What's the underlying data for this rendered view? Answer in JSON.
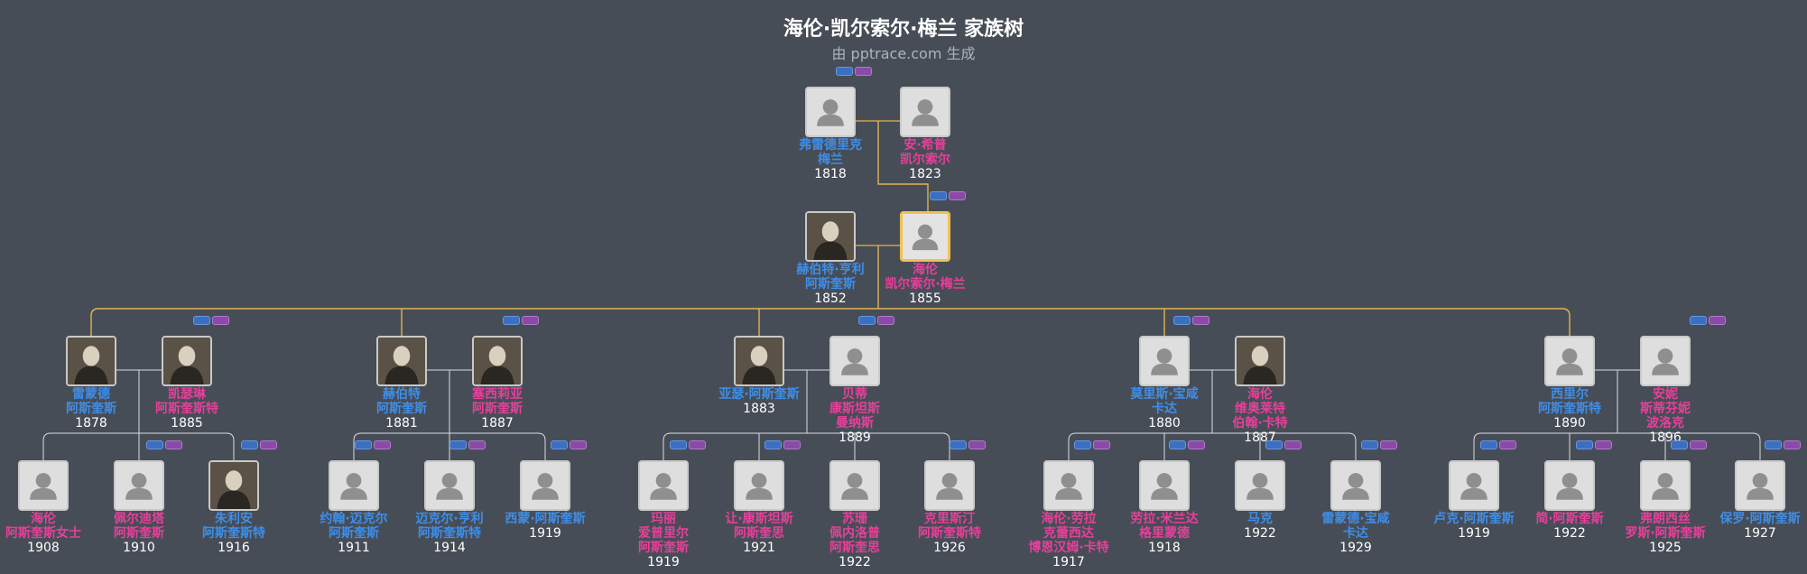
{
  "title": "海伦·凯尔索尔·梅兰 家族树",
  "subtitle": "由 pptrace.com 生成",
  "colors": {
    "background": "#474d57",
    "male": "#3e8ee8",
    "female": "#e6409a",
    "focus_border": "#f2c14e",
    "ancestor_line": "#e1b54c",
    "descendant_line": "#d8dbe0"
  },
  "people": [
    {
      "id": "p1",
      "sex": "m",
      "lines": [
        "弗雷德里克",
        "梅兰"
      ],
      "year": "1818",
      "photo": false
    },
    {
      "id": "p2",
      "sex": "f",
      "lines": [
        "安·希普",
        "凯尔索尔"
      ],
      "year": "1823",
      "photo": false
    },
    {
      "id": "p3",
      "sex": "m",
      "lines": [
        "赫伯特·亨利",
        "阿斯奎斯"
      ],
      "year": "1852",
      "photo": true
    },
    {
      "id": "p4",
      "sex": "f",
      "lines": [
        "海伦",
        "凯尔索尔·梅兰"
      ],
      "year": "1855",
      "photo": false,
      "focus": true
    },
    {
      "id": "c1",
      "sex": "m",
      "lines": [
        "雷蒙德",
        "阿斯奎斯"
      ],
      "year": "1878",
      "photo": true
    },
    {
      "id": "s1",
      "sex": "f",
      "lines": [
        "凯瑟琳",
        "阿斯奎斯特"
      ],
      "year": "1885",
      "photo": true
    },
    {
      "id": "c2",
      "sex": "m",
      "lines": [
        "赫伯特",
        "阿斯奎斯"
      ],
      "year": "1881",
      "photo": true
    },
    {
      "id": "s2",
      "sex": "f",
      "lines": [
        "塞西莉亚",
        "阿斯奎斯"
      ],
      "year": "1887",
      "photo": true
    },
    {
      "id": "c3",
      "sex": "m",
      "lines": [
        "亚瑟·阿斯奎斯"
      ],
      "year": "1883",
      "photo": true
    },
    {
      "id": "s3",
      "sex": "f",
      "lines": [
        "贝蒂",
        "康斯坦斯",
        "曼纳斯"
      ],
      "year": "1889",
      "photo": false
    },
    {
      "id": "c4",
      "sex": "m",
      "lines": [
        "莫里斯·宝咸",
        "卡达"
      ],
      "year": "1880",
      "photo": false
    },
    {
      "id": "s4",
      "sex": "f",
      "lines": [
        "海伦",
        "维奥莱特",
        "伯翰·卡特"
      ],
      "year": "1887",
      "photo": true
    },
    {
      "id": "c5",
      "sex": "m",
      "lines": [
        "西里尔",
        "阿斯奎斯特"
      ],
      "year": "1890",
      "photo": false
    },
    {
      "id": "s5",
      "sex": "f",
      "lines": [
        "安妮",
        "斯蒂芬妮",
        "波洛克"
      ],
      "year": "1896",
      "photo": false
    },
    {
      "id": "g1",
      "sex": "f",
      "lines": [
        "海伦",
        "阿斯奎斯女士"
      ],
      "year": "1908",
      "photo": false
    },
    {
      "id": "g2",
      "sex": "f",
      "lines": [
        "佩尔迪塔",
        "阿斯奎斯"
      ],
      "year": "1910",
      "photo": false
    },
    {
      "id": "g3",
      "sex": "m",
      "lines": [
        "朱利安",
        "阿斯奎斯特"
      ],
      "year": "1916",
      "photo": true
    },
    {
      "id": "g4",
      "sex": "m",
      "lines": [
        "约翰·迈克尔",
        "阿斯奎斯"
      ],
      "year": "1911",
      "photo": false
    },
    {
      "id": "g5",
      "sex": "m",
      "lines": [
        "迈克尔·亨利",
        "阿斯奎斯特"
      ],
      "year": "1914",
      "photo": false
    },
    {
      "id": "g6",
      "sex": "m",
      "lines": [
        "西蒙·阿斯奎斯"
      ],
      "year": "1919",
      "photo": false
    },
    {
      "id": "g7",
      "sex": "f",
      "lines": [
        "玛丽",
        "爱普里尔",
        "阿斯奎斯"
      ],
      "year": "1919",
      "photo": false
    },
    {
      "id": "g8",
      "sex": "f",
      "lines": [
        "让·康斯坦斯",
        "阿斯奎思"
      ],
      "year": "1921",
      "photo": false
    },
    {
      "id": "g9",
      "sex": "f",
      "lines": [
        "苏珊",
        "佩内洛普",
        "阿斯奎思"
      ],
      "year": "1922",
      "photo": false
    },
    {
      "id": "g10",
      "sex": "f",
      "lines": [
        "克里斯汀",
        "阿斯奎斯特"
      ],
      "year": "1926",
      "photo": false
    },
    {
      "id": "g11",
      "sex": "f",
      "lines": [
        "海伦·劳拉",
        "克蕾西达",
        "博恩汉姆·卡特"
      ],
      "year": "1917",
      "photo": false
    },
    {
      "id": "g12",
      "sex": "f",
      "lines": [
        "劳拉·米兰达",
        "格里蒙德"
      ],
      "year": "1918",
      "photo": false
    },
    {
      "id": "g13",
      "sex": "m",
      "lines": [
        "马克"
      ],
      "year": "1922",
      "photo": false
    },
    {
      "id": "g14",
      "sex": "m",
      "lines": [
        "雷蒙德·宝咸",
        "卡达"
      ],
      "year": "1929",
      "photo": false
    },
    {
      "id": "g15",
      "sex": "m",
      "lines": [
        "卢克·阿斯奎斯"
      ],
      "year": "1919",
      "photo": false
    },
    {
      "id": "g16",
      "sex": "f",
      "lines": [
        "简·阿斯奎斯"
      ],
      "year": "1922",
      "photo": false
    },
    {
      "id": "g17",
      "sex": "f",
      "lines": [
        "弗朗西丝",
        "罗斯·阿斯奎斯"
      ],
      "year": "1925",
      "photo": false
    },
    {
      "id": "g18",
      "sex": "m",
      "lines": [
        "保罗·阿斯奎斯"
      ],
      "year": "1927",
      "photo": false
    }
  ]
}
